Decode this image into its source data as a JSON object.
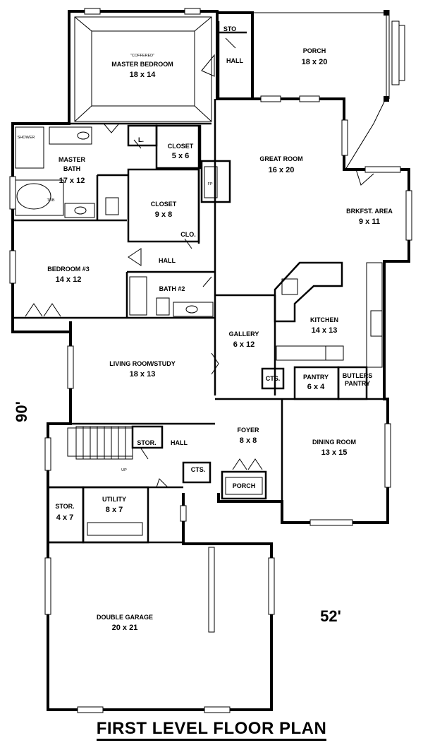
{
  "title": "FIRST LEVEL FLOOR PLAN",
  "dimensions": {
    "depth": "90'",
    "width": "52'"
  },
  "rooms": {
    "sto_top": {
      "name": "STO"
    },
    "hall_top": {
      "name": "HALL"
    },
    "porch_rear": {
      "name": "PORCH",
      "size": "18 x 20"
    },
    "master_bedroom": {
      "note": "\"COFFERED\"",
      "name": "MASTER BEDROOM",
      "size": "18 x 14"
    },
    "shower": {
      "name": "SHOWER"
    },
    "lin": {
      "name": "L."
    },
    "closet1": {
      "name": "CLOSET",
      "size": "5 x 6"
    },
    "master_bath": {
      "name": "MASTER",
      "name2": "BATH",
      "size": "17 x 12"
    },
    "tub": {
      "name": "TUB"
    },
    "closet2": {
      "name": "CLOSET",
      "size": "9 x 8"
    },
    "fp": {
      "name": "FP"
    },
    "great_room": {
      "name": "GREAT ROOM",
      "size": "16 x 20"
    },
    "brkfst": {
      "name": "BRKFST. AREA",
      "size": "9 x 11"
    },
    "clo": {
      "name": "CLO."
    },
    "hall_mid": {
      "name": "HALL"
    },
    "bedroom3": {
      "name": "BEDROOM #3",
      "size": "14 x 12"
    },
    "bath2": {
      "name": "BATH #2"
    },
    "kitchen": {
      "name": "KITCHEN",
      "size": "14 x 13"
    },
    "gallery": {
      "name": "GALLERY",
      "size": "6 x 12"
    },
    "living": {
      "name": "LIVING ROOM/STUDY",
      "size": "18 x 13"
    },
    "cts1": {
      "name": "CTS."
    },
    "pantry": {
      "name": "PANTRY",
      "size": "6 x 4"
    },
    "butlers": {
      "name": "BUTLERS",
      "name2": "PANTRY"
    },
    "stor_hall": {
      "name": "STOR."
    },
    "hall_low": {
      "name": "HALL"
    },
    "foyer": {
      "name": "FOYER",
      "size": "8 x 8"
    },
    "dining": {
      "name": "DINING ROOM",
      "size": "13 x 15"
    },
    "up": {
      "name": "UP"
    },
    "cts2": {
      "name": "CTS."
    },
    "porch_front": {
      "name": "PORCH"
    },
    "stor_garage": {
      "name": "STOR.",
      "size": "4 x 7"
    },
    "utility": {
      "name": "UTILITY",
      "size": "8 x 7"
    },
    "garage": {
      "name": "DOUBLE GARAGE",
      "size": "20 x 21"
    }
  }
}
